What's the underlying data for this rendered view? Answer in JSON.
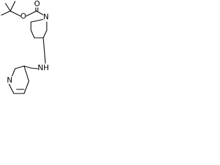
{
  "diagram": {
    "type": "chemical-structure",
    "atoms": {
      "carbonyl_oxygen": "O",
      "ester_oxygen": "O",
      "piperidine_nitrogen": "N",
      "amine": "NH",
      "pyridine_nitrogen": "N"
    }
  }
}
